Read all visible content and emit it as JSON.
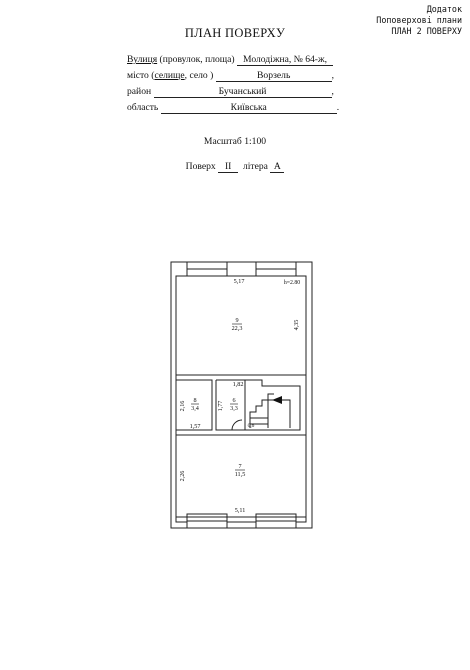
{
  "header": {
    "corner": [
      "Додаток",
      "Поповерхові плани",
      "ПЛАН 2 ПОВЕРХУ"
    ],
    "title": "ПЛАН ПОВЕРХУ"
  },
  "address": {
    "street_label_a": "Вулиця",
    "street_label_b": "(провулок, площа)",
    "street_value": "Молодіжна, № 64-ж,",
    "city_label_a": "місто (",
    "city_label_b": "селище",
    "city_label_c": ", село )",
    "city_value": "Ворзель",
    "city_trail": ",",
    "district_label": "район",
    "district_value": "Бучанський",
    "district_trail": ",",
    "region_label": "область",
    "region_value": "Київська",
    "region_trail": "."
  },
  "scale": {
    "label": "Масштаб 1:100"
  },
  "floor": {
    "label": "Поверх",
    "number": "II",
    "letter_label": "літера",
    "letter": "А"
  },
  "plan": {
    "height_mark": "h=2.80",
    "rooms": [
      {
        "num": "9",
        "area": "22,3"
      },
      {
        "num": "8",
        "area": "3,4"
      },
      {
        "num": "6",
        "area": "3,3"
      },
      {
        "num": "7",
        "area": "11,5"
      }
    ],
    "dims": {
      "top_width": "5,17",
      "right_height": "4,35",
      "room8_height": "2,16",
      "room8_width": "1,57",
      "room6_width": "1,82",
      "room6_height": "1,77",
      "door_width": "0,6",
      "room7_height": "2,26",
      "bottom_width": "5,11"
    }
  }
}
